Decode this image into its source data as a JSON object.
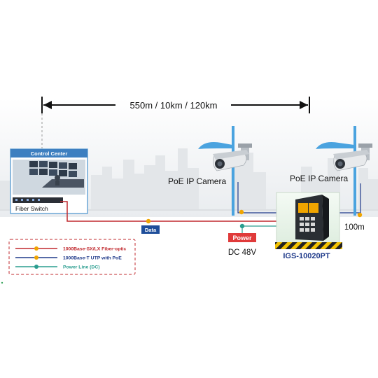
{
  "distance_label": "550m / 10km / 120km",
  "control_center": {
    "title": "Control Center",
    "switch_label": "Fiber Switch"
  },
  "cameras": [
    {
      "label": "PoE IP Camera"
    },
    {
      "label": "PoE IP Camera"
    }
  ],
  "data_tag": "Data",
  "power": {
    "label": "Power",
    "voltage": "DC 48V"
  },
  "device": {
    "model": "IGS-10020PT"
  },
  "utp_distance": "100m",
  "legend": {
    "items": [
      {
        "label": "1000Base-SX/LX Fiber-optic",
        "color": "#c0292e"
      },
      {
        "label": "1000Base-T UTP with PoE",
        "color": "#1f3a8a"
      },
      {
        "label": "Power Line (DC)",
        "color": "#2a9d8f"
      }
    ]
  },
  "colors": {
    "fiber": "#c0292e",
    "utp": "#1f3a8a",
    "power": "#2a9d8f",
    "junction": "#f0a500",
    "pole": "#4aa3df",
    "dimension": "#111111"
  }
}
